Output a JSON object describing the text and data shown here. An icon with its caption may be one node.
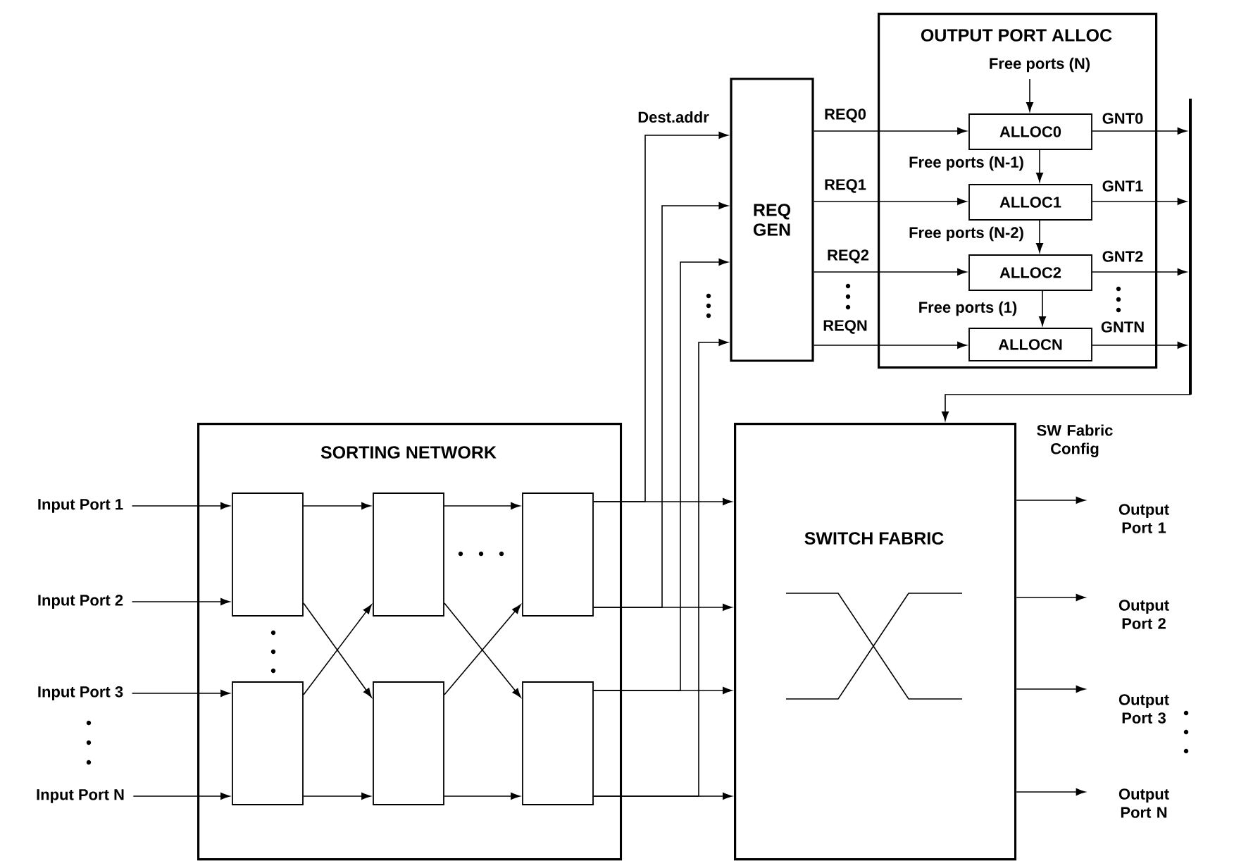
{
  "diagram": {
    "nodes": [
      {
        "text": [
          "Input Port 1"
        ]
      },
      {
        "text": [
          "Input Port 2"
        ]
      },
      {
        "text": [
          "Input Port 3"
        ]
      },
      {
        "text": [
          "Input Port N"
        ]
      },
      {
        "text": [
          "SORTING NETWORK"
        ]
      },
      {
        "text": [],
        "shape": "box",
        "in": 4
      },
      {
        "text": [],
        "shape": "box",
        "in": 4
      },
      {
        "text": [],
        "shape": "box",
        "in": 4
      },
      {
        "text": [],
        "shape": "box",
        "in": 4
      },
      {
        "text": [],
        "shape": "box",
        "in": 4
      },
      {
        "text": [],
        "shape": "box",
        "in": 4
      },
      {
        "text": [
          "SWITCH FABRIC"
        ]
      },
      {
        "text": [
          "Output Port 1"
        ]
      },
      {
        "text": [
          "Output Port 2"
        ]
      },
      {
        "text": [
          "Output Port 3"
        ]
      },
      {
        "text": [
          "Output Port N"
        ]
      },
      {
        "text": [
          "REQ GEN"
        ]
      },
      {
        "text": [
          "OUTPUT PORT ALLOC"
        ]
      },
      {
        "text": [
          "ALLOC0"
        ],
        "in": 17
      },
      {
        "text": [
          "ALLOC1"
        ],
        "in": 17
      },
      {
        "text": [
          "ALLOC2"
        ],
        "in": 17
      },
      {
        "text": [
          "ALLOCN"
        ],
        "in": 17
      },
      {
        "text": [],
        "shape": "bar"
      }
    ],
    "edges": [
      {
        "from": 0,
        "to": 5,
        "arrow": "to"
      },
      {
        "from": 1,
        "to": 5,
        "arrow": "to"
      },
      {
        "from": 2,
        "to": 6,
        "arrow": "to"
      },
      {
        "from": 3,
        "to": 6,
        "arrow": "to"
      },
      {
        "from": 5,
        "to": 7,
        "arrow": "to"
      },
      {
        "from": 5,
        "to": 8,
        "arrow": "to"
      },
      {
        "from": 6,
        "to": 7,
        "arrow": "to"
      },
      {
        "from": 6,
        "to": 8,
        "arrow": "to"
      },
      {
        "from": 7,
        "to": 9,
        "arrow": "to"
      },
      {
        "from": 7,
        "to": 10,
        "arrow": "to"
      },
      {
        "from": 8,
        "to": 9,
        "arrow": "to"
      },
      {
        "from": 8,
        "to": 10,
        "arrow": "to"
      },
      {
        "from": 9,
        "to": 11,
        "arrow": "to"
      },
      {
        "from": 9,
        "to": 11,
        "arrow": "to"
      },
      {
        "from": 10,
        "to": 11,
        "arrow": "to"
      },
      {
        "from": 10,
        "to": 11,
        "arrow": "to"
      },
      {
        "from": 9,
        "to": 16,
        "arrow": "to",
        "label": "Dest.addr"
      },
      {
        "from": 9,
        "to": 16,
        "arrow": "to"
      },
      {
        "from": 10,
        "to": 16,
        "arrow": "to"
      },
      {
        "from": 10,
        "to": 16,
        "arrow": "to"
      },
      {
        "from": 16,
        "to": 18,
        "arrow": "to",
        "label": "REQ0"
      },
      {
        "from": 16,
        "to": 19,
        "arrow": "to",
        "label": "REQ1"
      },
      {
        "from": 16,
        "to": 20,
        "arrow": "to",
        "label": "REQ2"
      },
      {
        "from": 16,
        "to": 21,
        "arrow": "to",
        "label": "REQN"
      },
      {
        "from": null,
        "to": 18,
        "arrow": "to",
        "label": "Free ports (N)"
      },
      {
        "from": 18,
        "to": 19,
        "arrow": "to",
        "label": "Free ports (N-1)"
      },
      {
        "from": 19,
        "to": 20,
        "arrow": "to",
        "label": "Free ports (N-2)"
      },
      {
        "from": 20,
        "to": 21,
        "arrow": "to",
        "label": "Free ports (1)"
      },
      {
        "from": 18,
        "to": 22,
        "arrow": "to",
        "label": "GNT0"
      },
      {
        "from": 19,
        "to": 22,
        "arrow": "to",
        "label": "GNT1"
      },
      {
        "from": 20,
        "to": 22,
        "arrow": "to",
        "label": "GNT2"
      },
      {
        "from": 21,
        "to": 22,
        "arrow": "to",
        "label": "GNTN"
      },
      {
        "from": 22,
        "to": 11,
        "arrow": "to",
        "label": "SW Fabric Config"
      },
      {
        "from": 11,
        "to": 12,
        "arrow": "to"
      },
      {
        "from": 11,
        "to": 13,
        "arrow": "to"
      },
      {
        "from": 11,
        "to": 14,
        "arrow": "to"
      },
      {
        "from": 11,
        "to": 15,
        "arrow": "to"
      }
    ]
  }
}
